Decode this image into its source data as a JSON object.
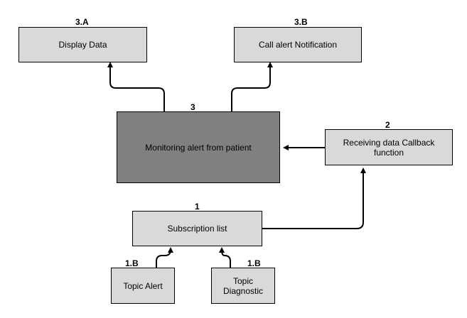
{
  "nodes": {
    "display_data": {
      "label": "Display Data",
      "number": "3.A"
    },
    "call_alert": {
      "label": "Call alert Notification",
      "number": "3.B"
    },
    "monitoring": {
      "label": "Monitoring alert from patient",
      "number": "3"
    },
    "receiving": {
      "label": "Receiving data Callback\nfunction",
      "number": "2"
    },
    "subscription": {
      "label": "Subscription list",
      "number": "1"
    },
    "topic_alert": {
      "label": "Topic Alert",
      "number": "1.B"
    },
    "topic_diagnostic": {
      "label": "Topic\nDiagnostic",
      "number": "1.B"
    }
  },
  "colors": {
    "box_fill": "#d9d9d9",
    "monitoring_fill": "#808080",
    "stroke": "#000000"
  }
}
